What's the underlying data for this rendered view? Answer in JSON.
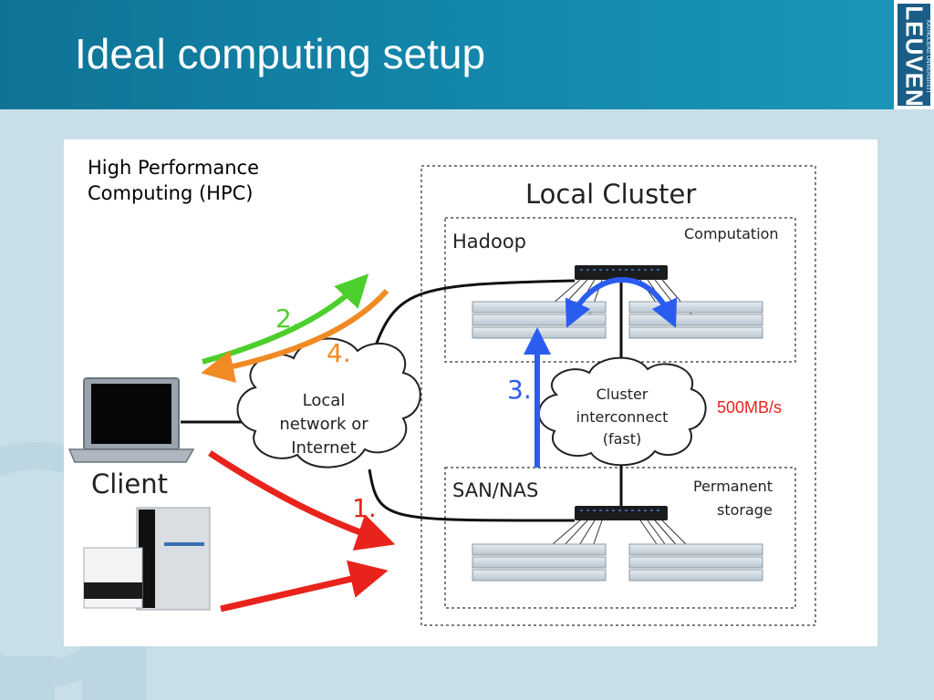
{
  "slide": {
    "title": "Ideal computing setup"
  },
  "logo": {
    "name": "LEUVEN",
    "subtitle": "KATHOLIEKE UNIVERSITEIT"
  },
  "diagram": {
    "hpc_label_line1": "High Performance",
    "hpc_label_line2": "Computing (HPC)",
    "local_cluster": "Local Cluster",
    "hadoop": "Hadoop",
    "computation": "Computation",
    "san_nas": "SAN/NAS",
    "permanent_line1": "Permanent",
    "permanent_line2": "storage",
    "client": "Client",
    "cloud_local_line1": "Local",
    "cloud_local_line2": "network or",
    "cloud_local_line3": "Internet",
    "cloud_cluster_line1": "Cluster",
    "cloud_cluster_line2": "interconnect",
    "cloud_cluster_line3": "(fast)",
    "speed": "500MB/s",
    "step1": "1.",
    "step2": "2.",
    "step3": "3.",
    "step4": "4."
  },
  "colors": {
    "header": "#1389ad",
    "red_arrow": "#e8231c",
    "green_arrow": "#4ccf2c",
    "orange_arrow": "#f08a24",
    "blue_arrow": "#2a5cf0",
    "speed_text": "#e8231c"
  }
}
